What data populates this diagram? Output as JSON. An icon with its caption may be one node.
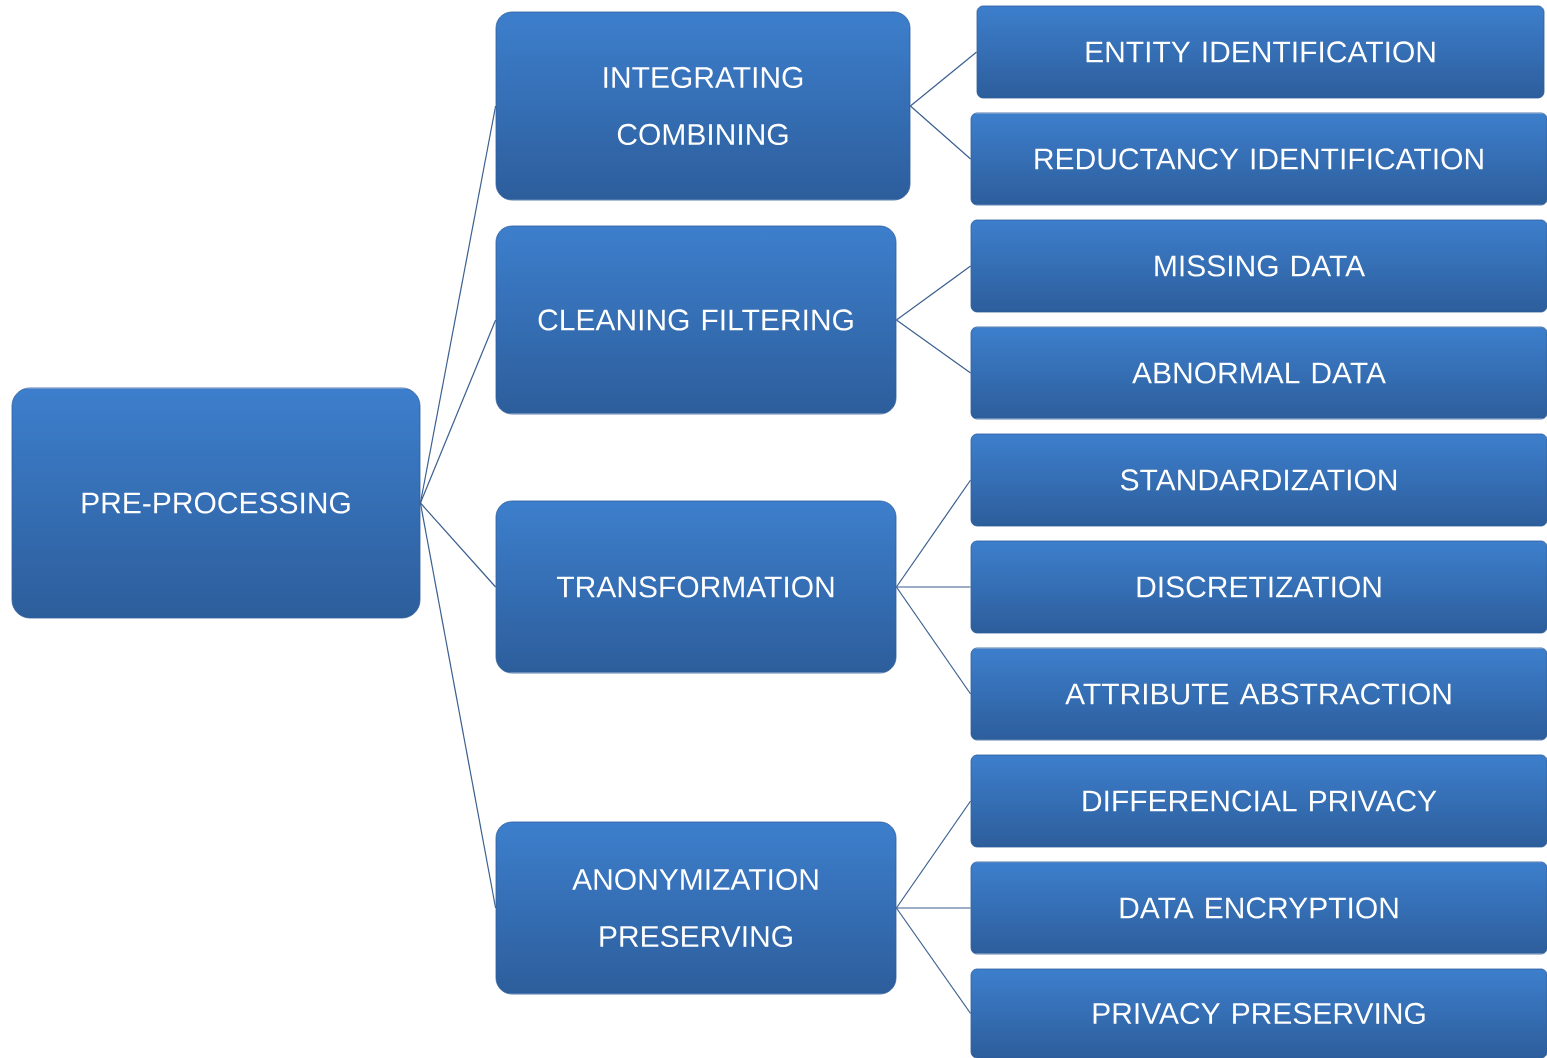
{
  "diagram": {
    "nodes": [
      {
        "text": [
          "PRE-PROCESSING"
        ]
      },
      {
        "text": [
          "INTEGRATING COMBINING"
        ]
      },
      {
        "text": [
          "CLEANING FILTERING"
        ]
      },
      {
        "text": [
          "TRANSFORMATION"
        ]
      },
      {
        "text": [
          "ANONYMIZATION PRESERVING"
        ]
      },
      {
        "text": [
          "ENTITY IDENTIFICATION"
        ]
      },
      {
        "text": [
          "REDUCTANCY IDENTIFICATION"
        ]
      },
      {
        "text": [
          "MISSING DATA"
        ]
      },
      {
        "text": [
          "ABNORMAL DATA"
        ]
      },
      {
        "text": [
          "STANDARDIZATION"
        ]
      },
      {
        "text": [
          "DISCRETIZATION"
        ]
      },
      {
        "text": [
          "ATTRIBUTE ABSTRACTION"
        ]
      },
      {
        "text": [
          "DIFFERENCIAL PRIVACY"
        ]
      },
      {
        "text": [
          "DATA ENCRYPTION"
        ]
      },
      {
        "text": [
          "PRIVACY PRESERVING"
        ]
      }
    ],
    "edges": [
      {
        "from": 0,
        "to": 1,
        "arrow": "none"
      },
      {
        "from": 0,
        "to": 2,
        "arrow": "none"
      },
      {
        "from": 0,
        "to": 3,
        "arrow": "none"
      },
      {
        "from": 0,
        "to": 4,
        "arrow": "none"
      },
      {
        "from": 1,
        "to": 5,
        "arrow": "none"
      },
      {
        "from": 1,
        "to": 6,
        "arrow": "none"
      },
      {
        "from": 2,
        "to": 7,
        "arrow": "none"
      },
      {
        "from": 2,
        "to": 8,
        "arrow": "none"
      },
      {
        "from": 3,
        "to": 9,
        "arrow": "none"
      },
      {
        "from": 3,
        "to": 10,
        "arrow": "none"
      },
      {
        "from": 3,
        "to": 11,
        "arrow": "none"
      },
      {
        "from": 4,
        "to": 12,
        "arrow": "none"
      },
      {
        "from": 4,
        "to": 13,
        "arrow": "none"
      },
      {
        "from": 4,
        "to": 14,
        "arrow": "none"
      }
    ]
  }
}
